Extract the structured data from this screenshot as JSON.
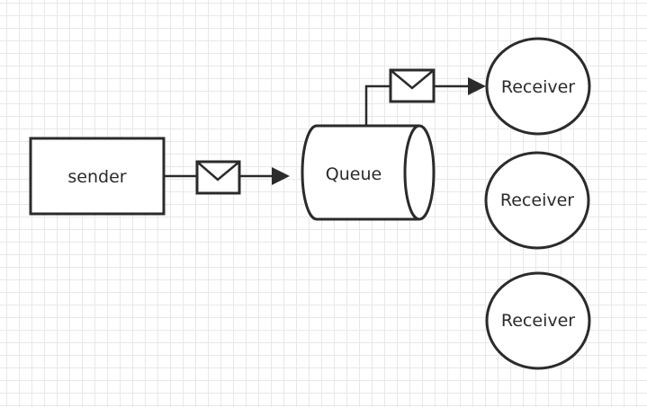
{
  "diagram": {
    "sender": {
      "label": "sender"
    },
    "queue": {
      "label": "Queue"
    },
    "receivers": [
      {
        "label": "Receiver"
      },
      {
        "label": "Receiver"
      },
      {
        "label": "Receiver"
      }
    ],
    "message_icons": [
      "envelope-icon",
      "envelope-icon"
    ]
  },
  "colors": {
    "stroke": "#2b2b2b",
    "grid": "#e8e8e8",
    "background": "#ffffff"
  }
}
